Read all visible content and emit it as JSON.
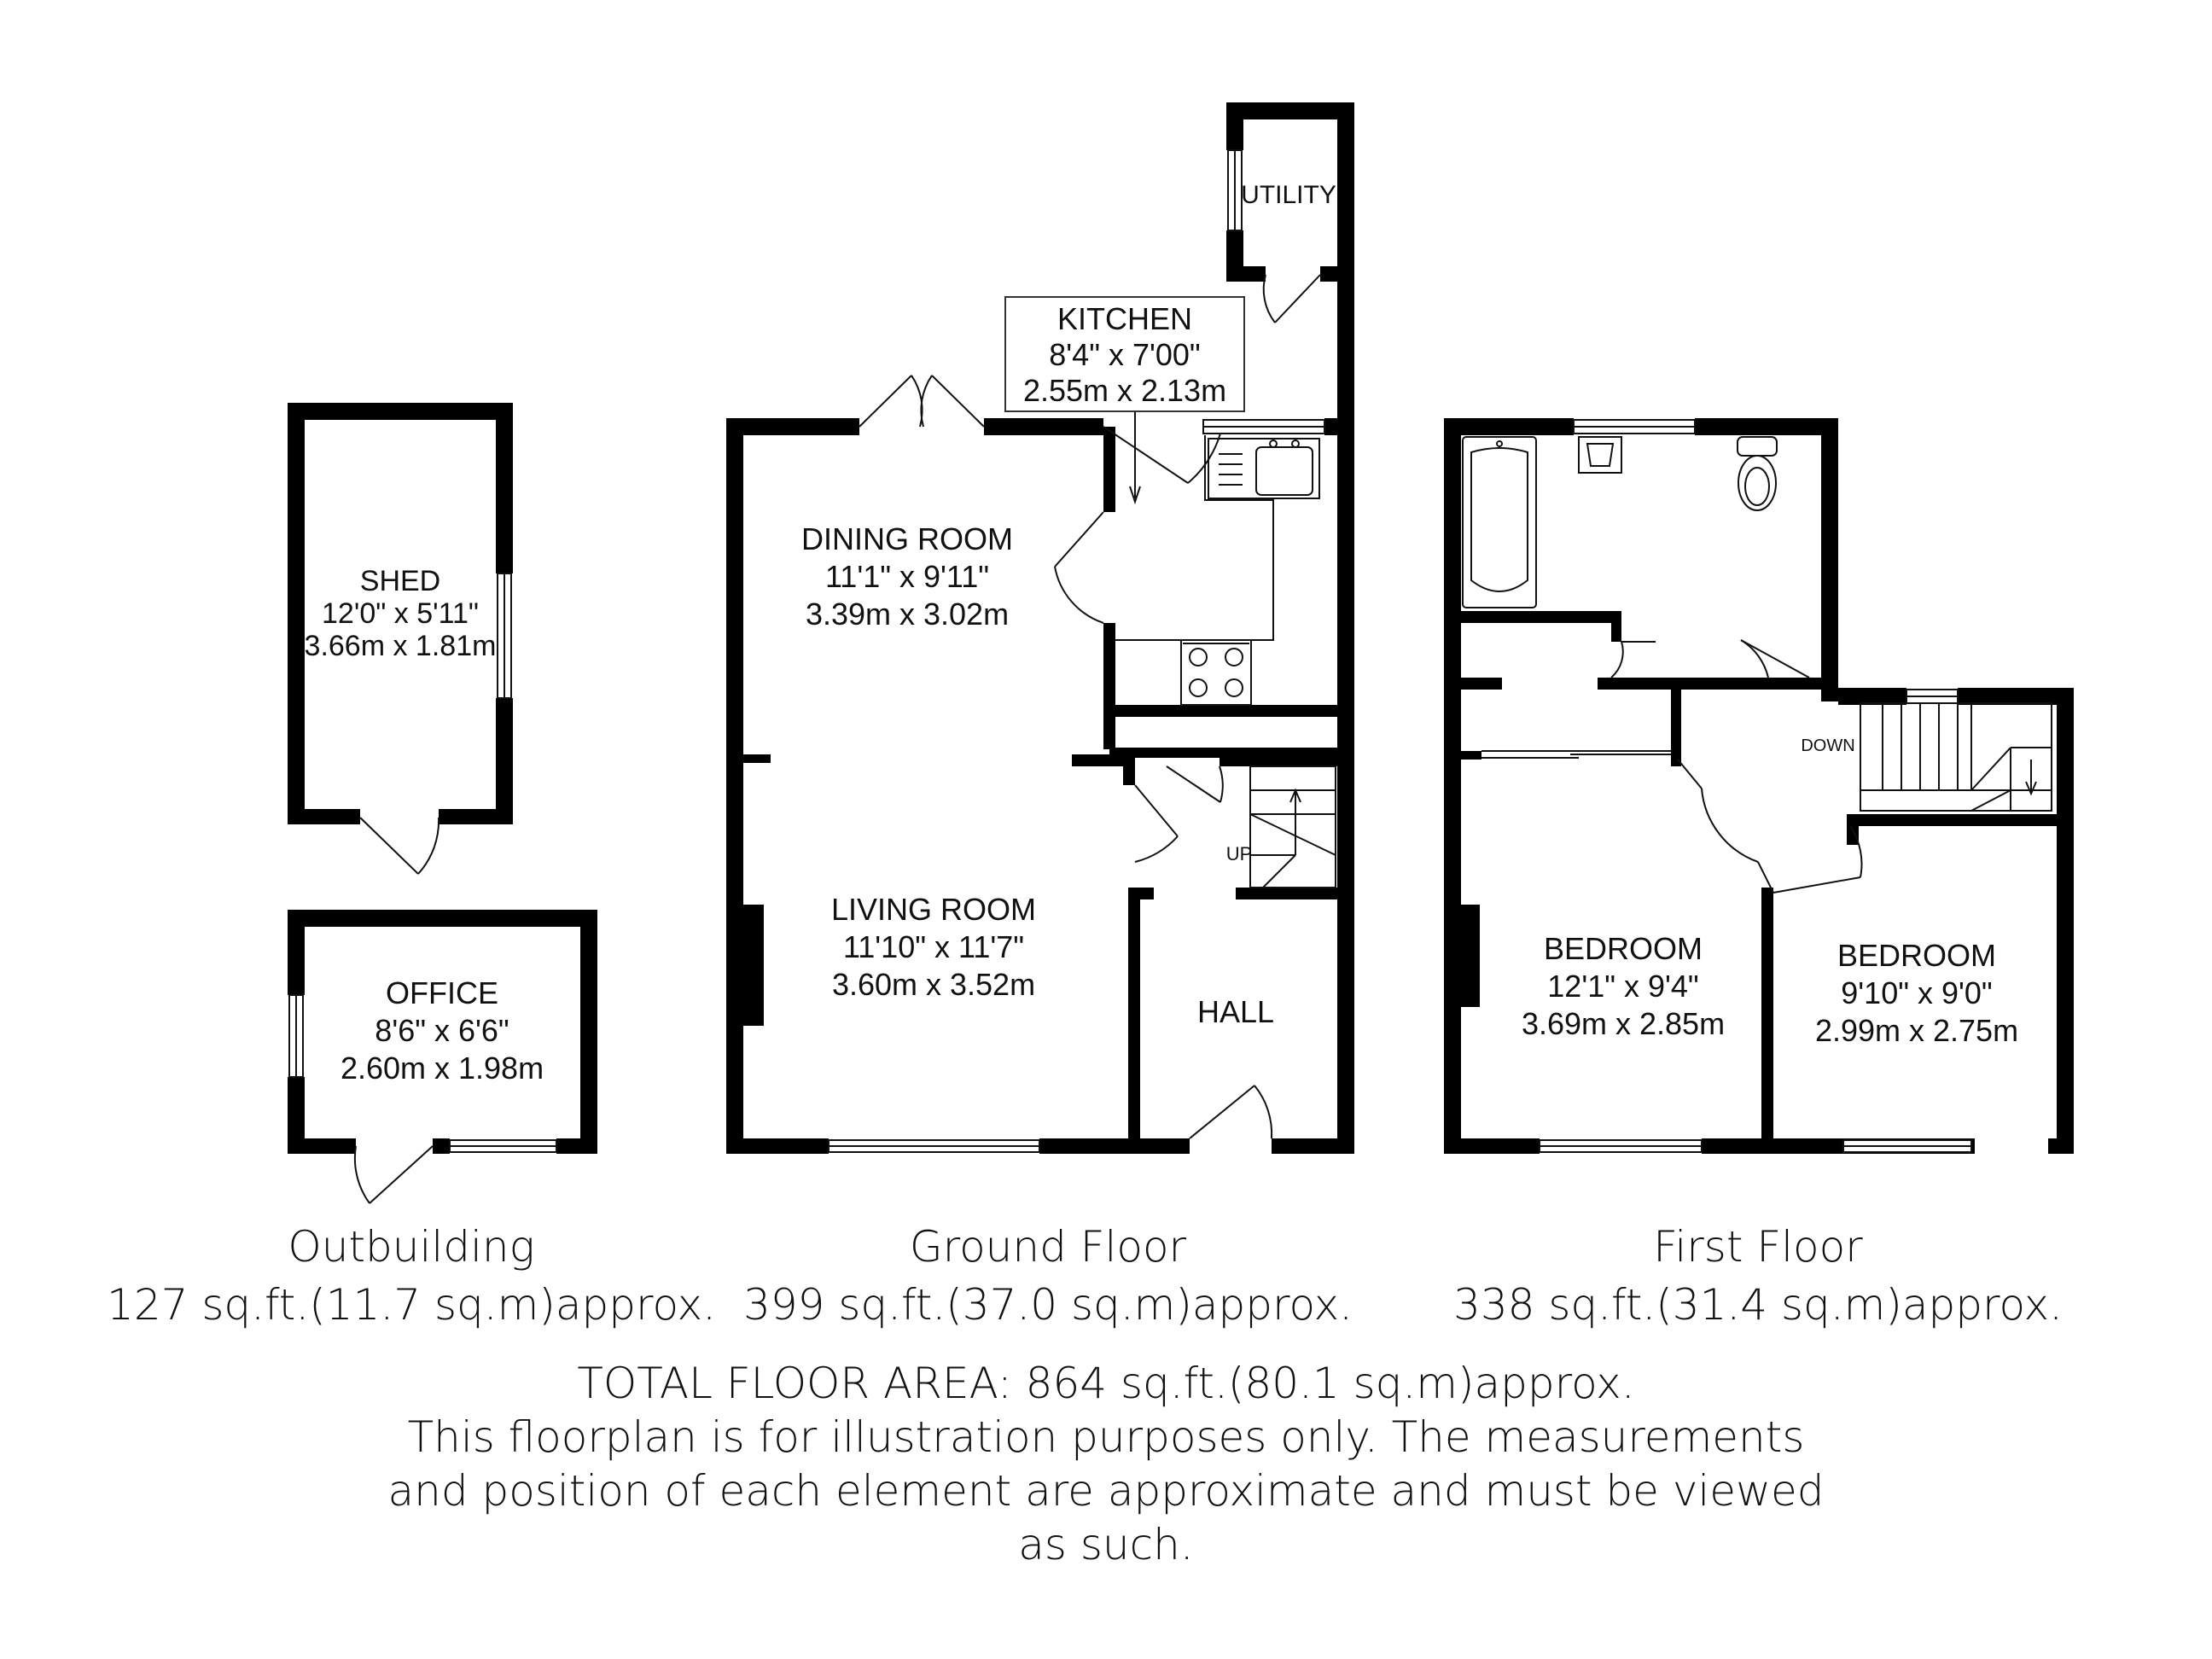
{
  "outbuilding": {
    "shed": {
      "name": "SHED",
      "imperial": "12'0\" x 5'11\"",
      "metric": "3.66m x 1.81m"
    },
    "office": {
      "name": "OFFICE",
      "imperial": "8'6\" x 6'6\"",
      "metric": "2.60m x 1.98m"
    },
    "caption": "Outbuilding",
    "area": "127 sq.ft.(11.7 sq.m)approx."
  },
  "ground_floor": {
    "utility": {
      "name": "UTILITY"
    },
    "kitchen": {
      "name": "KITCHEN",
      "imperial": "8'4\" x 7'00\"",
      "metric": "2.55m x 2.13m"
    },
    "dining_room": {
      "name": "DINING ROOM",
      "imperial": "11'1\" x 9'11\"",
      "metric": "3.39m x 3.02m"
    },
    "living_room": {
      "name": "LIVING ROOM",
      "imperial": "11'10\" x 11'7\"",
      "metric": "3.60m x 3.52m"
    },
    "hall": {
      "name": "HALL"
    },
    "stairs_label": "UP",
    "caption": "Ground Floor",
    "area": "399 sq.ft.(37.0 sq.m)approx."
  },
  "first_floor": {
    "bedroom_1": {
      "name": "BEDROOM",
      "imperial": "12'1\" x 9'4\"",
      "metric": "3.69m x 2.85m"
    },
    "bedroom_2": {
      "name": "BEDROOM",
      "imperial": "9'10\" x 9'0\"",
      "metric": "2.99m x 2.75m"
    },
    "stairs_label": "DOWN",
    "caption": "First Floor",
    "area": "338 sq.ft.(31.4 sq.m)approx."
  },
  "footer": {
    "total_area": "TOTAL FLOOR AREA: 864 sq.ft.(80.1 sq.m)approx.",
    "disclaimer_lines": [
      "This floorplan is for illustration purposes only. The measurements",
      "and position of each element are approximate and must be viewed",
      "as such."
    ]
  }
}
